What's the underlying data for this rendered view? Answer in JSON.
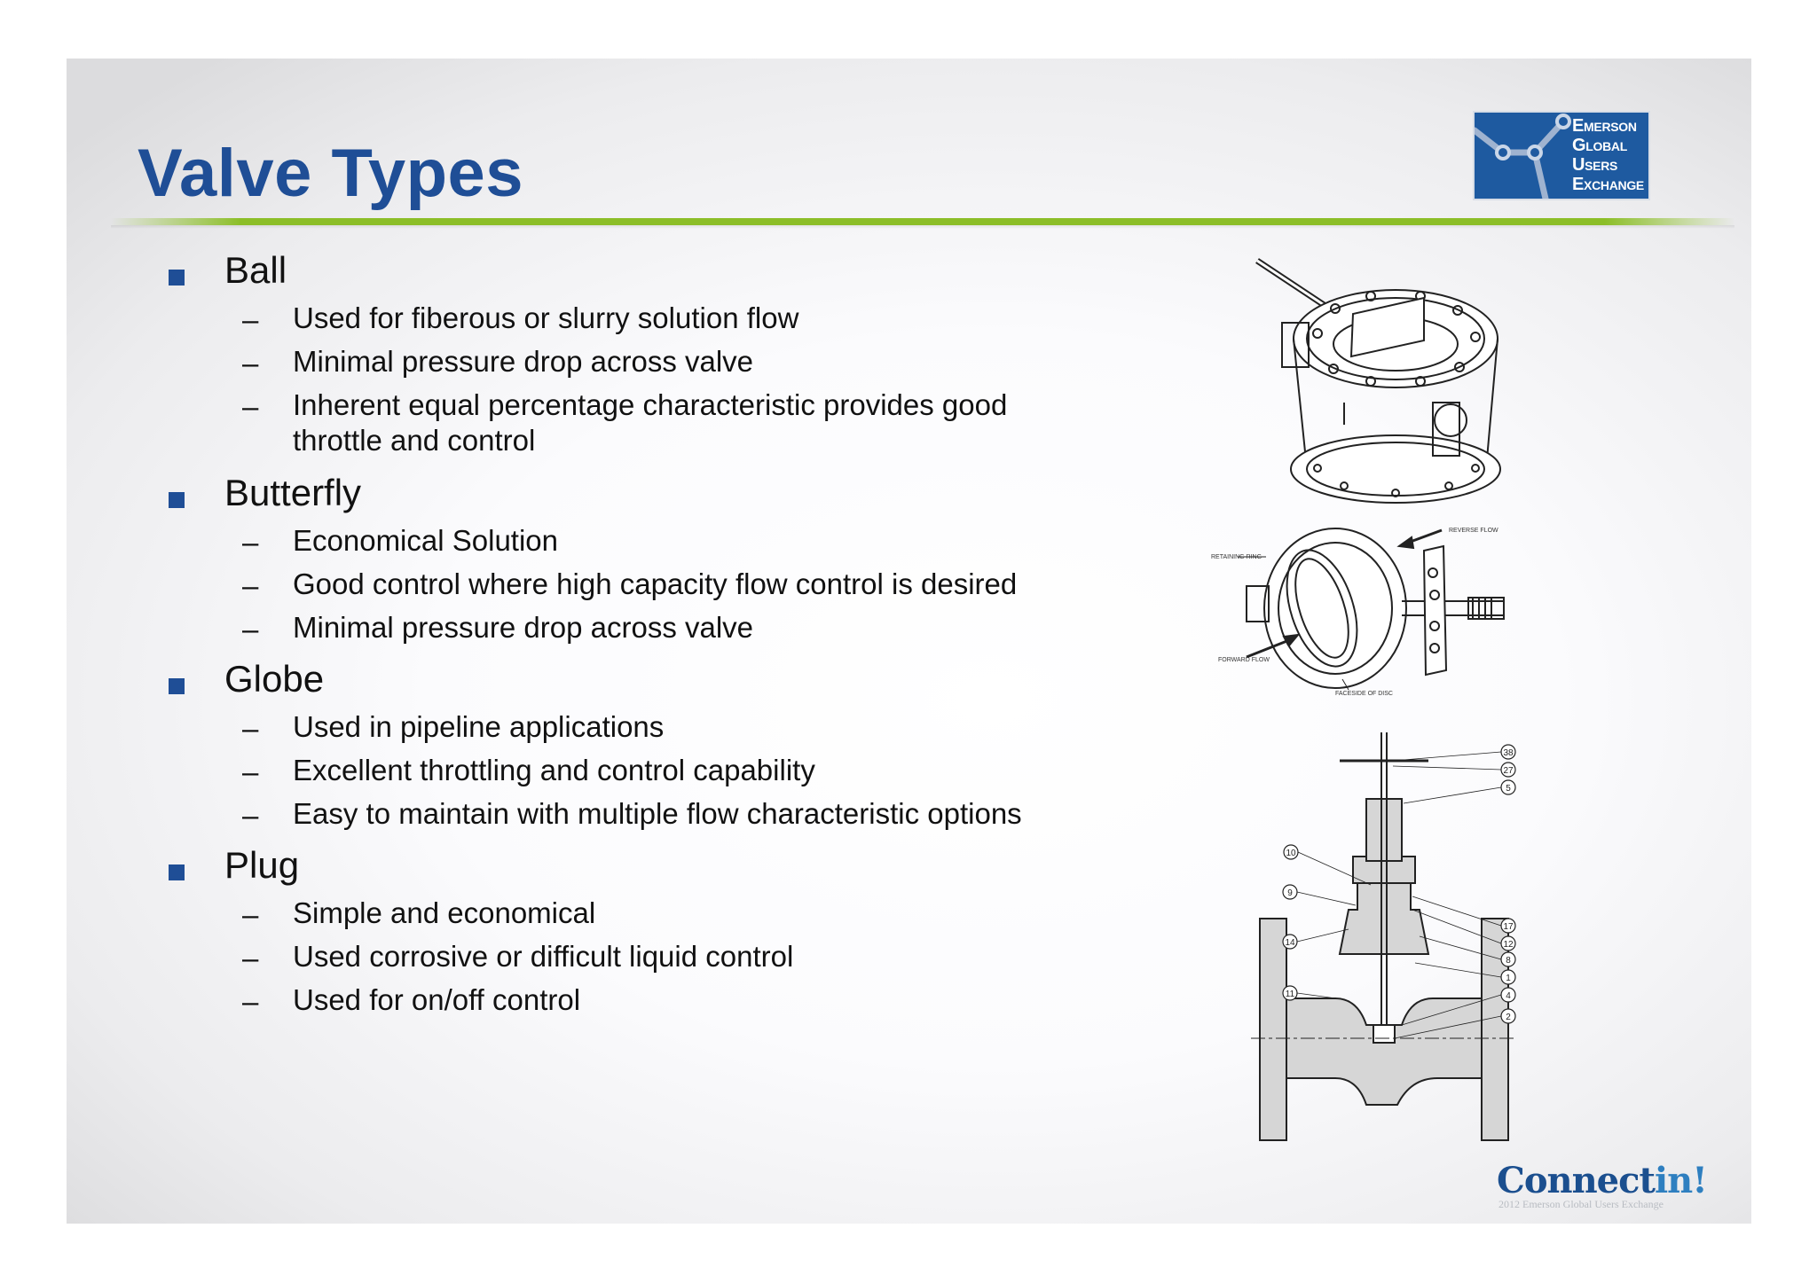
{
  "title": "Valve Types",
  "logo": {
    "lines": [
      "Emerson",
      "Global",
      "Users",
      "Exchange"
    ],
    "icon": "network-nodes-icon",
    "color": "#1e5aa0"
  },
  "colors": {
    "title": "#1f4e96",
    "rule": "#8cbe28",
    "bullet": "#1f4e96"
  },
  "sections": [
    {
      "heading": "Ball",
      "items": [
        "Used for fiberous or slurry solution flow",
        "Minimal pressure drop across valve",
        "Inherent equal percentage characteristic provides good throttle and control"
      ]
    },
    {
      "heading": "Butterfly",
      "items": [
        "Economical Solution",
        "Good control where high capacity flow control is desired",
        "Minimal pressure drop across valve"
      ]
    },
    {
      "heading": "Globe",
      "items": [
        "Used in pipeline applications",
        "Excellent throttling and control capability",
        "Easy to maintain with multiple flow characteristic options"
      ]
    },
    {
      "heading": "Plug",
      "items": [
        "Simple and economical",
        "Used corrosive or difficult liquid control",
        "Used for on/off control"
      ]
    }
  ],
  "dash": "–",
  "ball_item3_line1": "Inherent equal percentage characteristic provides good",
  "ball_item3_line2": "throttle and control",
  "figures": {
    "butterfly_labels": {
      "retaining_ring": "RETAINING RING",
      "reverse_flow": "REVERSE FLOW",
      "forward_flow": "FORWARD FLOW",
      "faceside_disc": "FACESIDE OF DISC"
    },
    "globe_callouts": [
      "38",
      "27",
      "5",
      "10",
      "9",
      "14",
      "11",
      "17",
      "12",
      "8",
      "1",
      "4",
      "2"
    ]
  },
  "footer": {
    "brand_main": "Connect",
    "brand_accent": "in!",
    "brand_sub": "2012 Emerson Global Users Exchange"
  }
}
